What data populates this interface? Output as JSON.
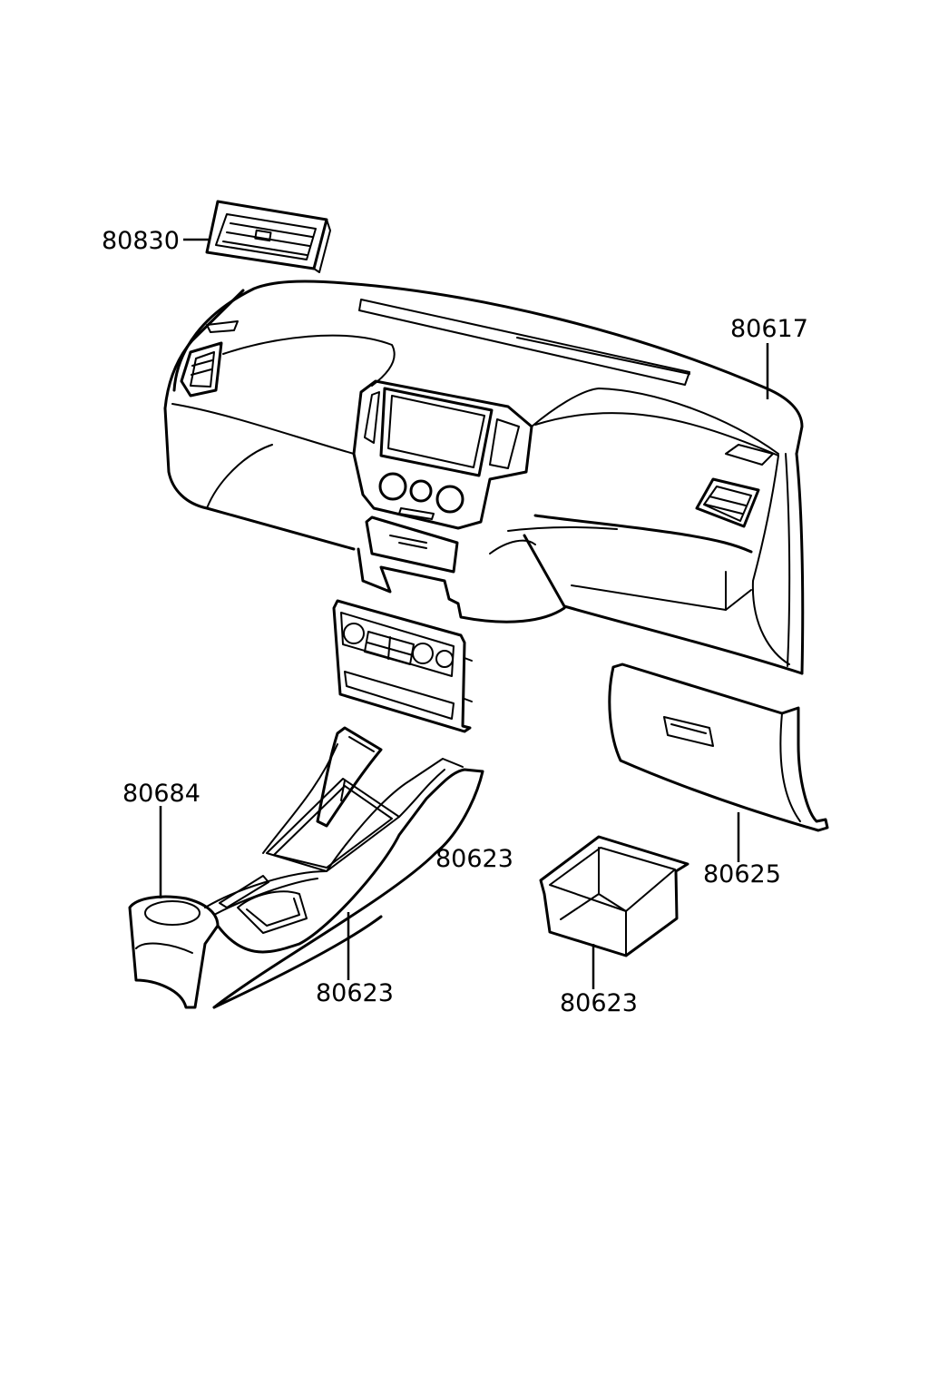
{
  "callouts": [
    {
      "id": "air-vent-label",
      "text": "80830"
    },
    {
      "id": "instrument-panel-label",
      "text": "80617"
    },
    {
      "id": "console-rear-label",
      "text": "80684"
    },
    {
      "id": "console-side-label",
      "text": "80623"
    },
    {
      "id": "console-bottom-label",
      "text": "80623"
    },
    {
      "id": "glove-box-label",
      "text": "80625"
    },
    {
      "id": "tray-label",
      "text": "80623"
    }
  ]
}
